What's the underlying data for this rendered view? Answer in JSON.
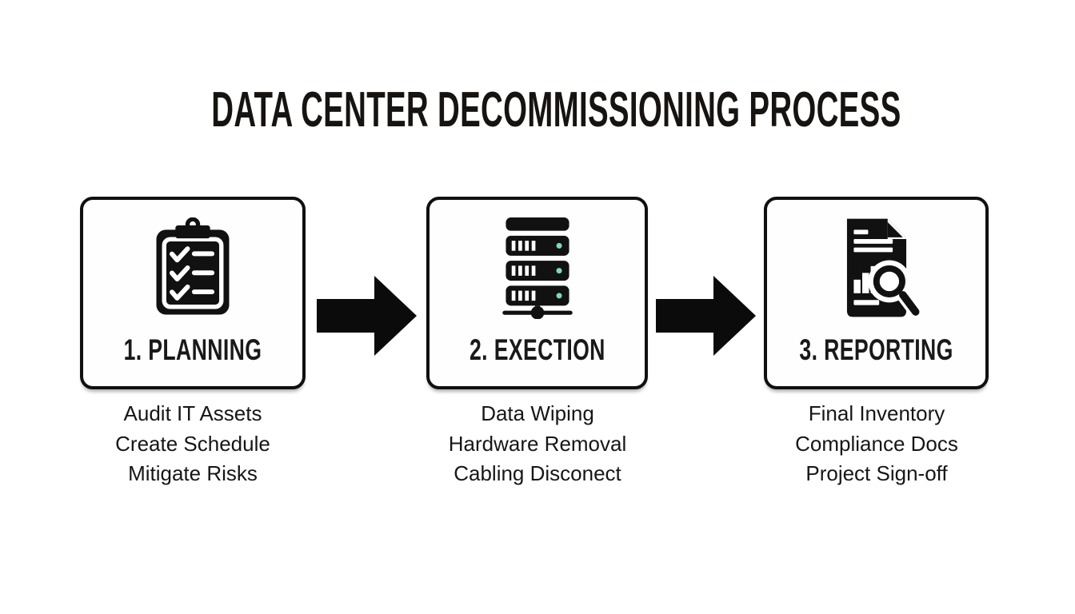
{
  "title": "DATA CENTER DECOMMISSIONING PROCESS",
  "colors": {
    "ink": "#111111",
    "background": "#ffffff",
    "led": "#7fd6c0"
  },
  "stages": [
    {
      "label": "1. PLANNING",
      "icon": "clipboard-checklist-icon",
      "items": [
        "Audit IT Assets",
        "Create Schedule",
        "Mitigate Risks"
      ]
    },
    {
      "label": "2. EXECTION",
      "icon": "server-rack-icon",
      "items": [
        "Data Wiping",
        "Hardware Removal",
        "Cabling Disconect"
      ]
    },
    {
      "label": "3. REPORTING",
      "icon": "report-magnifier-icon",
      "items": [
        "Final Inventory",
        "Compliance Docs",
        "Project Sign-off"
      ]
    }
  ],
  "arrows": {
    "glyph": "right-block-arrow"
  }
}
